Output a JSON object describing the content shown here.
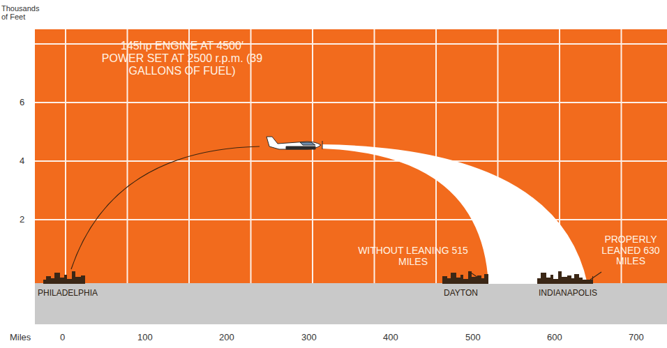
{
  "diagram": {
    "labels": [
      "Thousands of Feet",
      "6",
      "4",
      "2",
      "145hp ENGINE AT 4500′ POWER SET AT 2500 r.p.m. (39 GALLONS OF FUEL)",
      "PHILADELPHIA",
      "WITHOUT LEANING 515 MILES",
      "DAYTON",
      "INDIANAPOLIS",
      "PROPERLY LEANED 630 MILES",
      "Miles",
      "0",
      "100",
      "200",
      "300",
      "400",
      "500",
      "600",
      "700"
    ]
  }
}
